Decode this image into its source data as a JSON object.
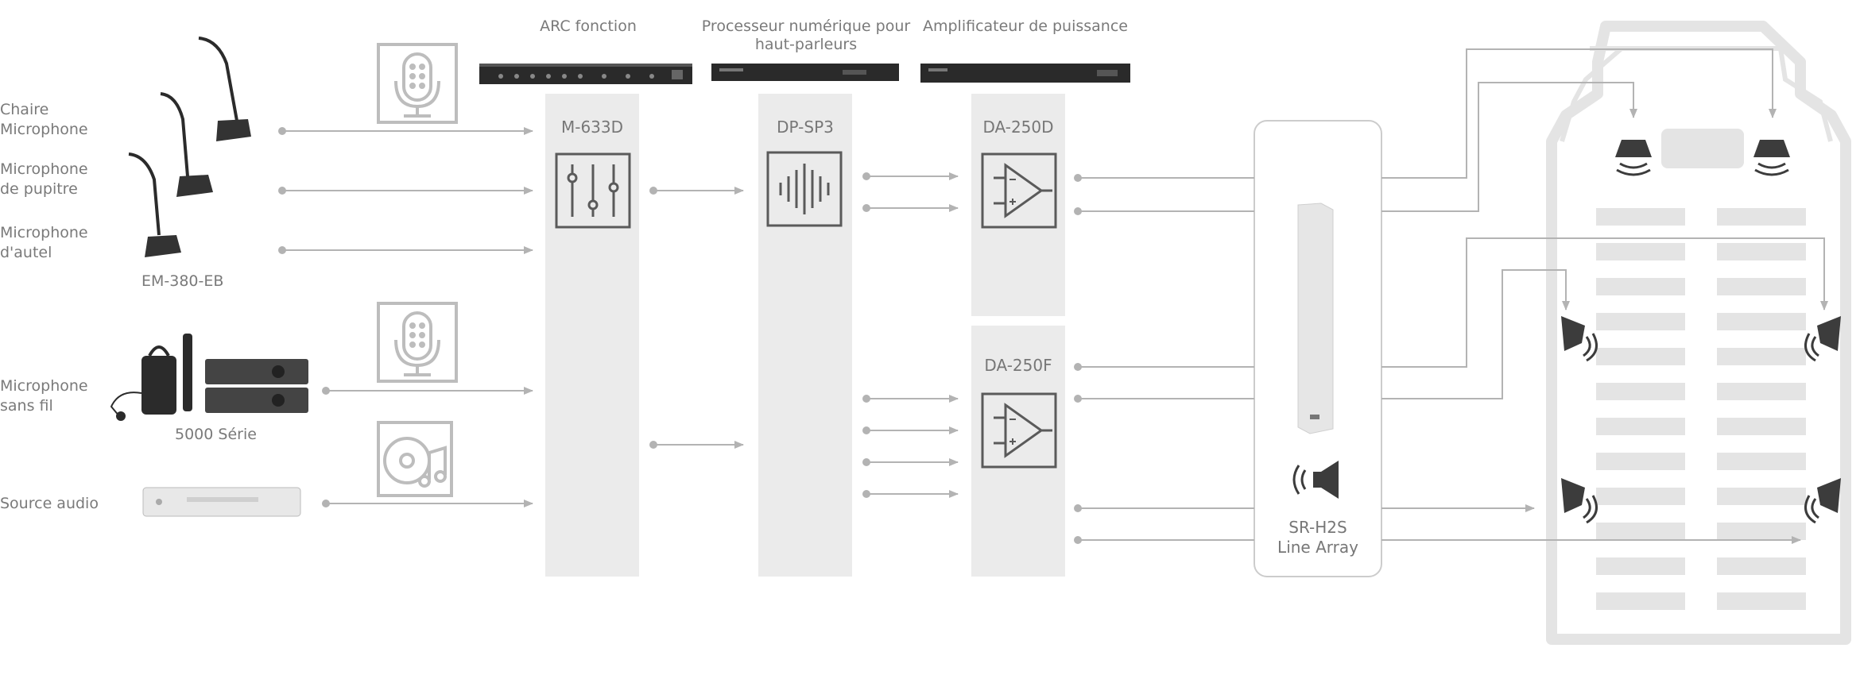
{
  "headers": {
    "arc": "ARC fonction",
    "processor": [
      "Processeur numérique pour",
      "haut-parleurs"
    ],
    "amplifier": "Amplificateur de puissance"
  },
  "sources": {
    "chair_mic": [
      "Chaire",
      "Microphone"
    ],
    "lectern_mic": [
      "Microphone",
      "de pupitre"
    ],
    "altar_mic": [
      "Microphone",
      "d'autel"
    ],
    "em_model": "EM-380-EB",
    "wireless_mic": [
      "Microphone",
      "sans fil"
    ],
    "wireless_series": "5000 Série",
    "audio_source": "Source audio"
  },
  "devices": {
    "mixer": "M-633D",
    "processor": "DP-SP3",
    "amp_d": "DA-250D",
    "amp_f": "DA-250F",
    "line_array": [
      "SR-H2S",
      "Line Array"
    ]
  },
  "colors": {
    "column_fill": "#ebebeb",
    "line": "#b3b3b3",
    "icon_stroke": "#5a5a5a",
    "church_outline": "#e4e4e4",
    "speaker_dark": "#3c3c3c"
  }
}
